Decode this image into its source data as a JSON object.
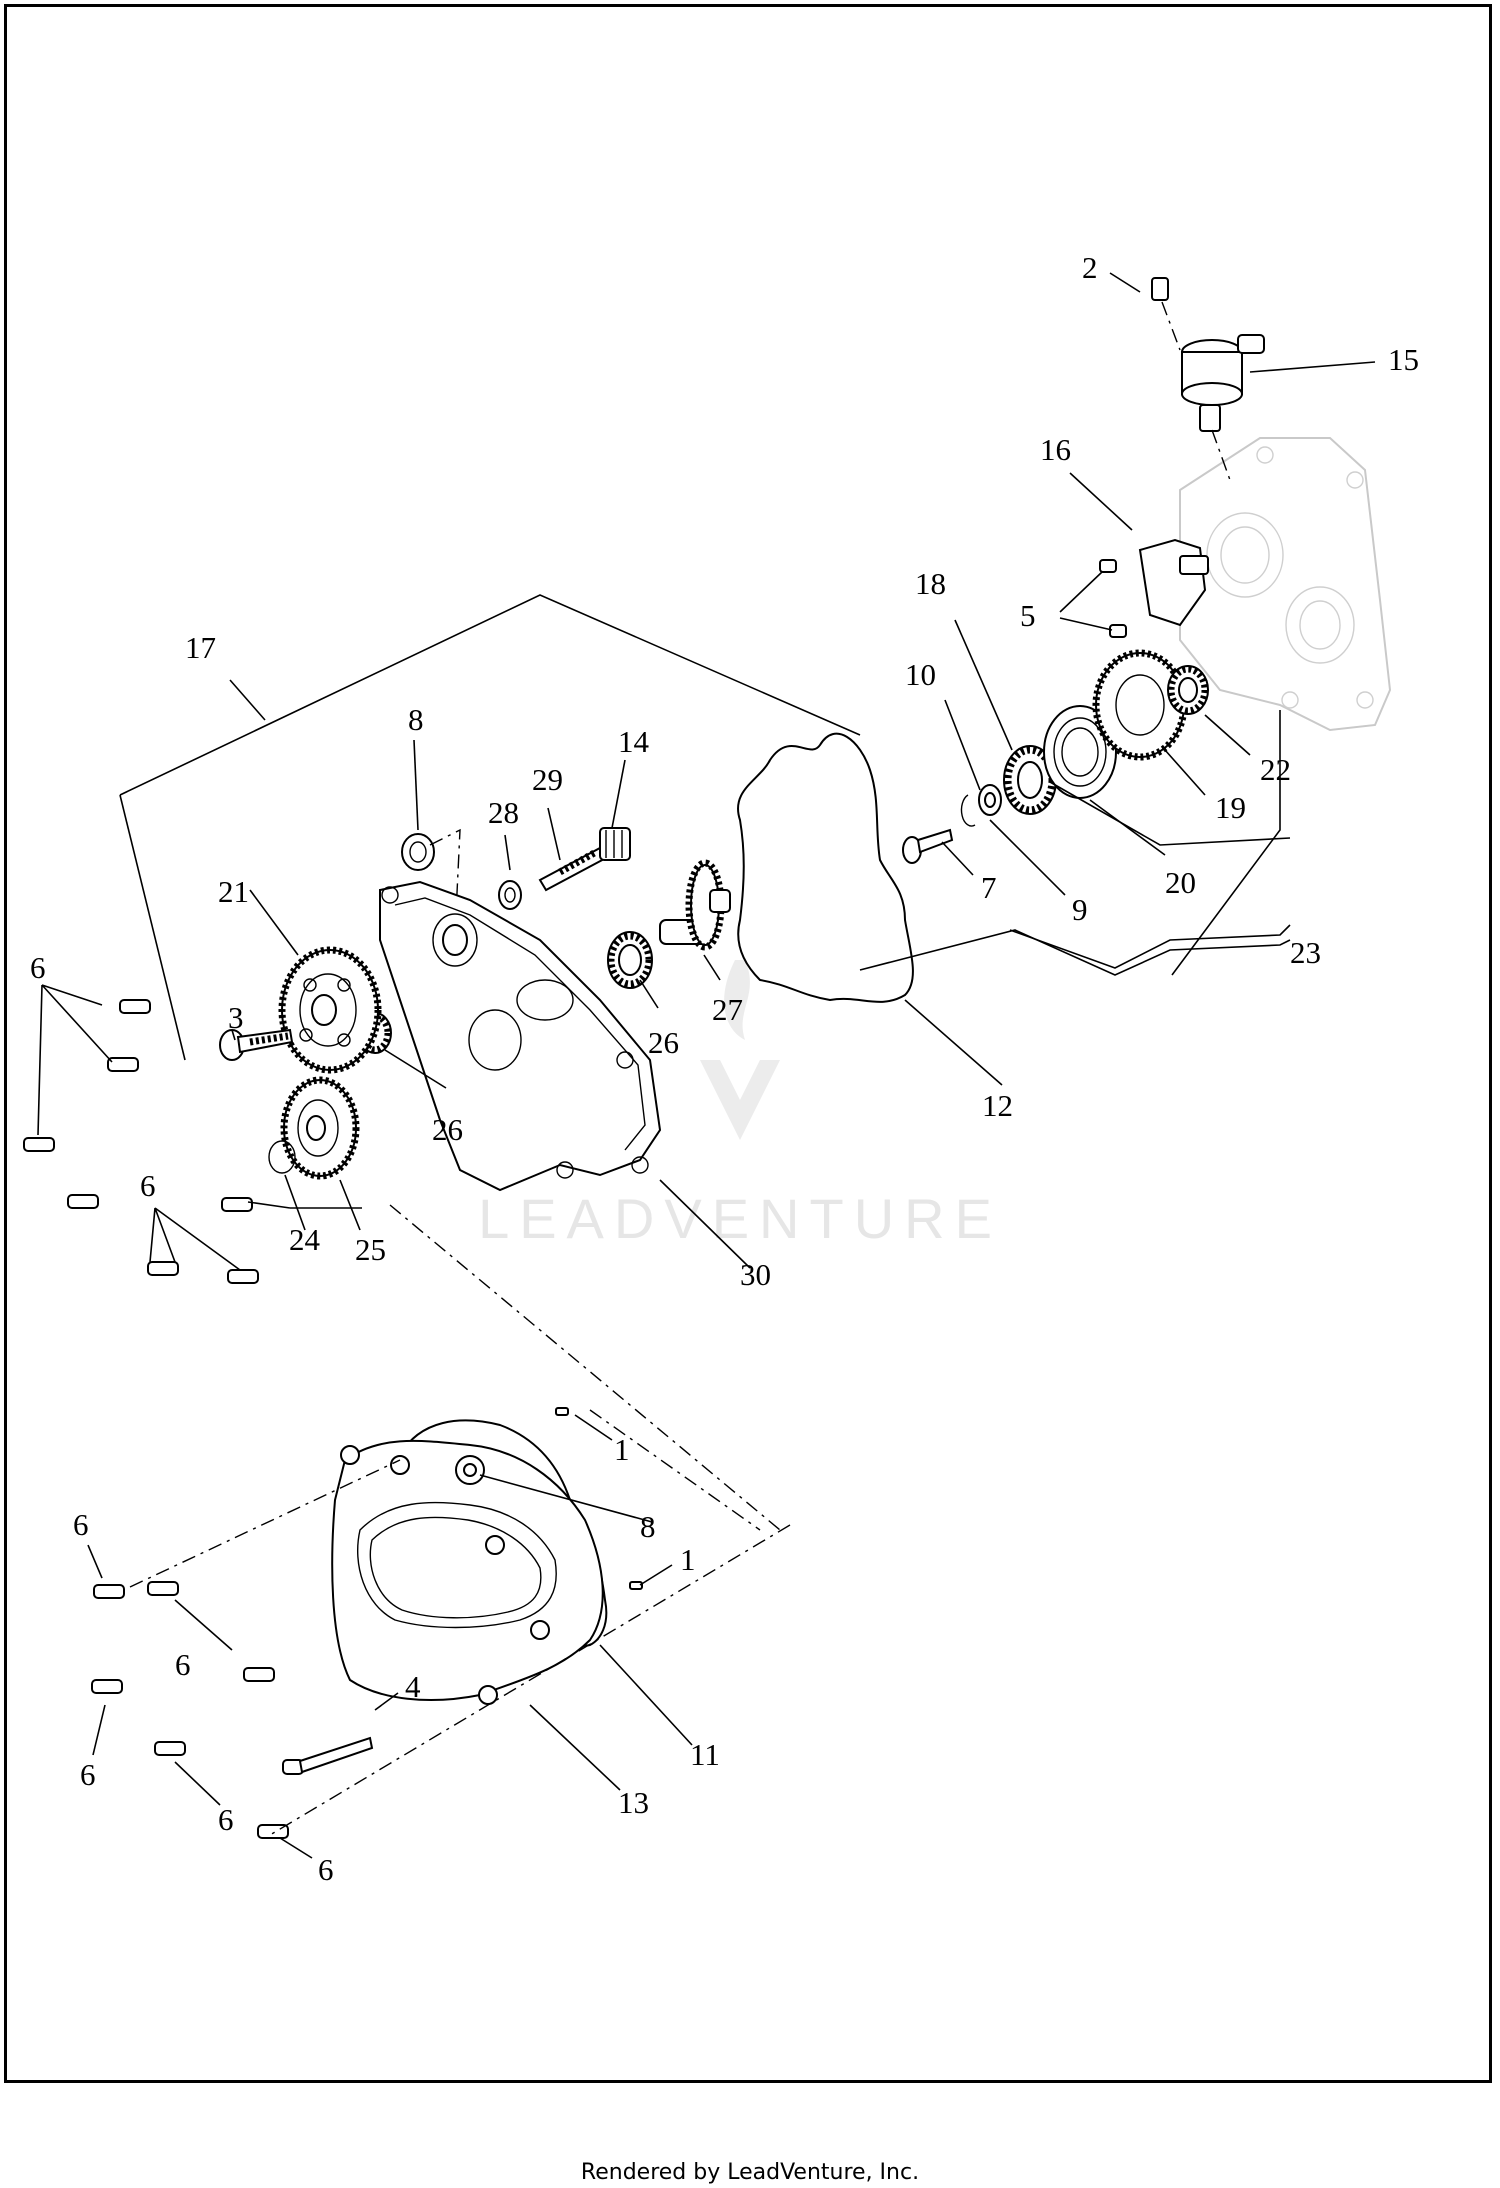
{
  "diagram": {
    "callouts": [
      {
        "id": "c2",
        "text": "2"
      },
      {
        "id": "c15",
        "text": "15"
      },
      {
        "id": "c16",
        "text": "16"
      },
      {
        "id": "c5",
        "text": "5"
      },
      {
        "id": "c18",
        "text": "18"
      },
      {
        "id": "c10",
        "text": "10"
      },
      {
        "id": "c22",
        "text": "22"
      },
      {
        "id": "c19",
        "text": "19"
      },
      {
        "id": "c20",
        "text": "20"
      },
      {
        "id": "c9",
        "text": "9"
      },
      {
        "id": "c7",
        "text": "7"
      },
      {
        "id": "c23",
        "text": "23"
      },
      {
        "id": "c17",
        "text": "17"
      },
      {
        "id": "c8a",
        "text": "8"
      },
      {
        "id": "c14",
        "text": "14"
      },
      {
        "id": "c29",
        "text": "29"
      },
      {
        "id": "c28",
        "text": "28"
      },
      {
        "id": "c21",
        "text": "21"
      },
      {
        "id": "c6a",
        "text": "6"
      },
      {
        "id": "c3",
        "text": "3"
      },
      {
        "id": "c26a",
        "text": "26"
      },
      {
        "id": "c27",
        "text": "27"
      },
      {
        "id": "c26b",
        "text": "26"
      },
      {
        "id": "c12",
        "text": "12"
      },
      {
        "id": "c6b",
        "text": "6"
      },
      {
        "id": "c24",
        "text": "24"
      },
      {
        "id": "c25",
        "text": "25"
      },
      {
        "id": "c30",
        "text": "30"
      },
      {
        "id": "c1a",
        "text": "1"
      },
      {
        "id": "c8b",
        "text": "8"
      },
      {
        "id": "c1b",
        "text": "1"
      },
      {
        "id": "c6c",
        "text": "6"
      },
      {
        "id": "c6d",
        "text": "6"
      },
      {
        "id": "c4",
        "text": "4"
      },
      {
        "id": "c11",
        "text": "11"
      },
      {
        "id": "c6e",
        "text": "6"
      },
      {
        "id": "c6f",
        "text": "6"
      },
      {
        "id": "c13",
        "text": "13"
      },
      {
        "id": "c6g",
        "text": "6"
      }
    ]
  },
  "watermark": {
    "text": "LEADVENTURE"
  },
  "footer": {
    "text": "Rendered by LeadVenture, Inc."
  }
}
